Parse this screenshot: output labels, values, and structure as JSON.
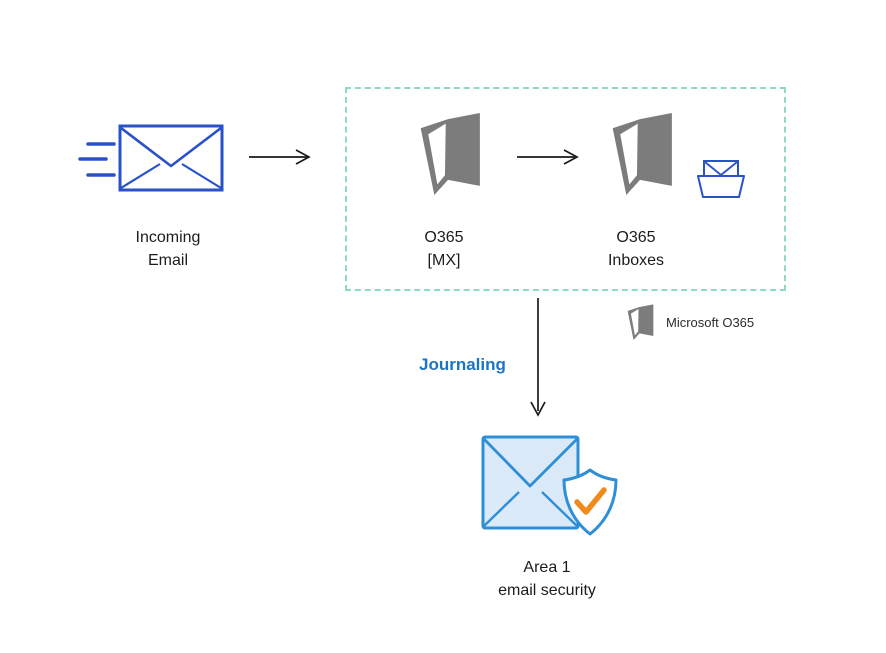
{
  "diagram": {
    "nodes": {
      "incoming_email": {
        "label": "Incoming\nEmail"
      },
      "o365_mx": {
        "label": "O365\n[MX]"
      },
      "o365_inboxes": {
        "label": "O365\nInboxes"
      },
      "area1": {
        "label": "Area 1\nemail security"
      }
    },
    "edges": {
      "journaling_label": "Journaling"
    },
    "legend": {
      "microsoft_o365": "Microsoft O365"
    },
    "icons": {
      "speed_lines": "speed-lines-icon",
      "incoming_envelope": "envelope-icon",
      "flow_arrows": "arrow-right-icon",
      "o365_logo": "office365-logo-icon",
      "inbox_envelope": "inbox-envelope-icon",
      "journaling_arrow": "arrow-down-icon",
      "area1_security": "envelope-shield-check-icon"
    },
    "colors": {
      "envelope_blue": "#2a52c8",
      "area1_stroke_blue": "#2f8fd6",
      "area1_fill_blue": "#daeaf8",
      "shield_check_orange": "#ef8b1d",
      "o365_gray": "#7c7c7c",
      "boundary_dash_teal": "#8fd9c6",
      "journaling_text_blue": "#1d73c4",
      "arrow_black": "#1a1a1a",
      "label_text": "#1c1c1c"
    }
  }
}
